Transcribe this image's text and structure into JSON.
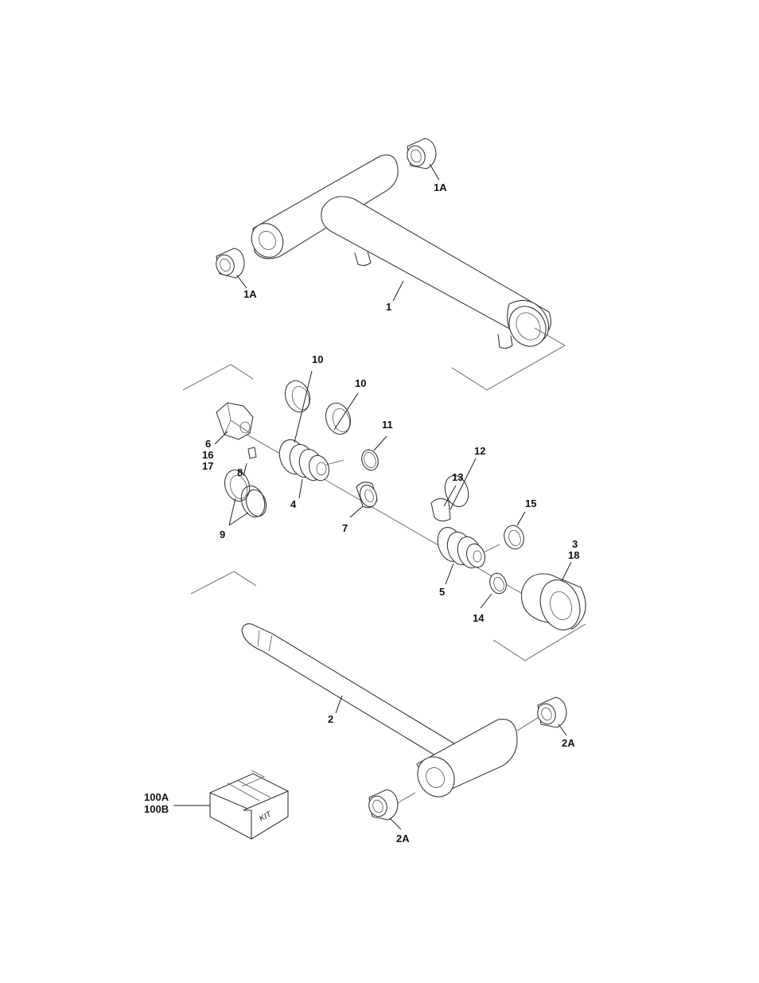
{
  "callouts": {
    "c1A_top": "1A",
    "c1A_left": "1A",
    "c1": "1",
    "c10_a": "10",
    "c10_b": "10",
    "c11": "11",
    "c6": "6",
    "c16": "16",
    "c17": "17",
    "c8": "8",
    "c9": "9",
    "c4": "4",
    "c7": "7",
    "c12": "12",
    "c13": "13",
    "c15": "15",
    "c3": "3",
    "c18": "18",
    "c5": "5",
    "c14": "14",
    "c2": "2",
    "c2A_right": "2A",
    "c2A_bottom": "2A",
    "c100A": "100A",
    "c100B": "100B"
  },
  "kit_box_label": "KIT"
}
